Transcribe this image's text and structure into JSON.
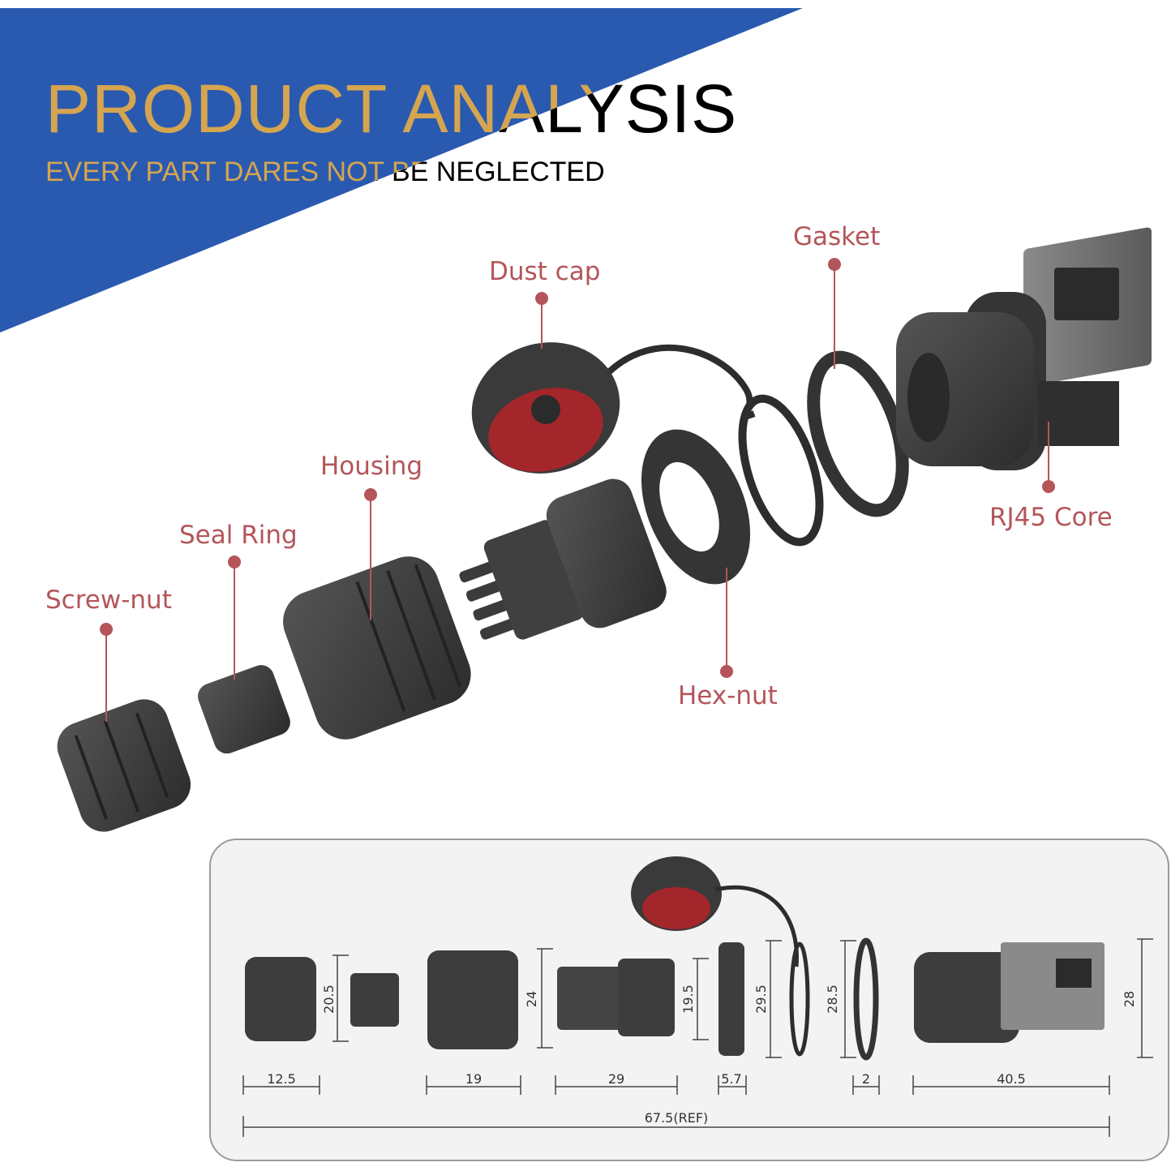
{
  "header": {
    "title": "PRODUCT ANALYSIS",
    "subtitle": "EVERY PART DARES NOT BE NEGLECTED"
  },
  "colors": {
    "banner_blue": "#2a5ab0",
    "label_red": "#b4555a",
    "part_dark": "#3a3a3a",
    "cap_red": "#a3262b"
  },
  "parts": {
    "gasket": "Gasket",
    "dust_cap": "Dust cap",
    "housing": "Housing",
    "seal_ring": "Seal Ring",
    "screw_nut": "Screw-nut",
    "rj45_core": "RJ45 Core",
    "hex_nut": "Hex-nut"
  },
  "dimensions": {
    "screw_nut_height": "20.5",
    "housing_height": "24",
    "insert_height": "19.5",
    "hex_nut_height": "29.5",
    "gasket_height": "28.5",
    "core_height": "28",
    "screw_nut_length": "12.5",
    "housing_length": "19",
    "insert_length": "29",
    "hex_nut_length": "5.7",
    "gasket_length": "2",
    "core_length": "40.5",
    "total_length": "67.5(REF)"
  }
}
